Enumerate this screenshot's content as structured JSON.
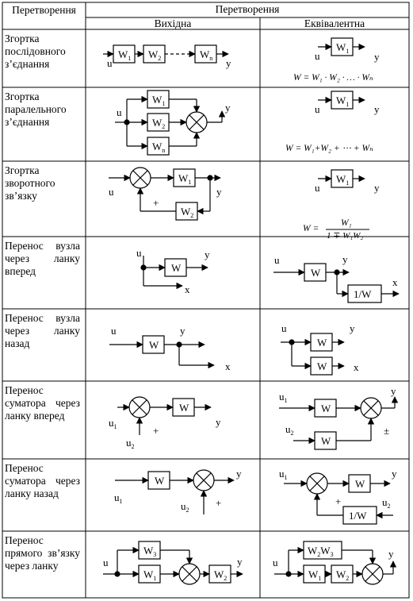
{
  "header": {
    "col1": "Перетворення",
    "group": "Перетворення",
    "col2": "Вихідна",
    "col3": "Еквівалентна"
  },
  "rows": [
    {
      "name": "Згортка послідовного з’єднання"
    },
    {
      "name": "Згортка паралельного з’єднання"
    },
    {
      "name": "Згортка зворотного зв’язку"
    },
    {
      "name": "Перенос вузла через ланку вперед"
    },
    {
      "name": "Перенос вузла через ланку назад"
    },
    {
      "name": "Перенос суматора через ланку вперед"
    },
    {
      "name": "Перенос суматора через ланку назад"
    },
    {
      "name": "Перенос прямого зв’язку через ланку"
    }
  ],
  "labels": {
    "W": "W",
    "W1": "W",
    "W2": "W",
    "W3": "W",
    "Wn": "W",
    "sub1": "1",
    "sub2": "2",
    "sub3": "3",
    "subn": "n",
    "invW": "1/W",
    "W2W3": "W",
    "u": "u",
    "u1": "u",
    "u2": "u",
    "y": "y",
    "x": "x",
    "plus": "+",
    "plusminus": "±",
    "dots": "- - - -"
  },
  "formulas": {
    "series": "W = W₁ · W₂ · … · Wₙ",
    "parallel": "W = W₁+W₂ + ⋯ + Wₙ",
    "feedback_lhs": "W =",
    "feedback_num": "W₁",
    "feedback_den": "1 ∓ W₁W₂"
  }
}
